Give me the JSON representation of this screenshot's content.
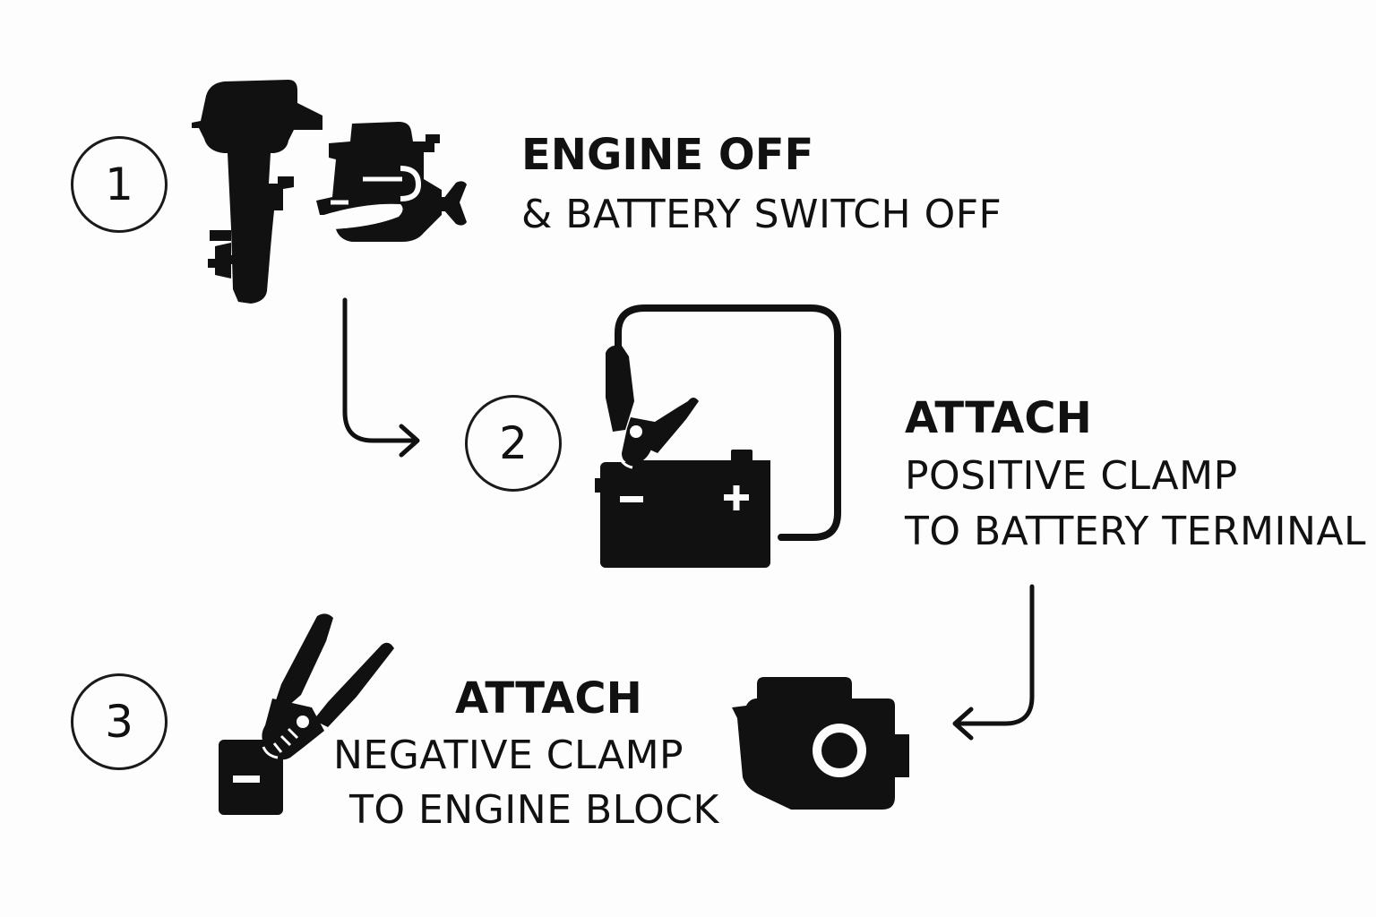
{
  "steps": [
    {
      "number": "1",
      "title": "ENGINE OFF",
      "lines": [
        "& BATTERY SWITCH OFF"
      ]
    },
    {
      "number": "2",
      "title": "ATTACH",
      "lines": [
        "POSITIVE CLAMP",
        "TO BATTERY TERMINAL"
      ]
    },
    {
      "number": "3",
      "title": "ATTACH",
      "lines": [
        "NEGATIVE CLAMP",
        "TO ENGINE BLOCK"
      ]
    }
  ],
  "icons": {
    "step1": [
      "outboard-motor-icon",
      "inboard-engine-icon"
    ],
    "step2": [
      "battery-with-positive-clamp-icon"
    ],
    "step3": [
      "negative-clamp-icon",
      "engine-block-icon"
    ]
  },
  "colors": {
    "ink": "#111111",
    "background": "#fdfdfd"
  }
}
